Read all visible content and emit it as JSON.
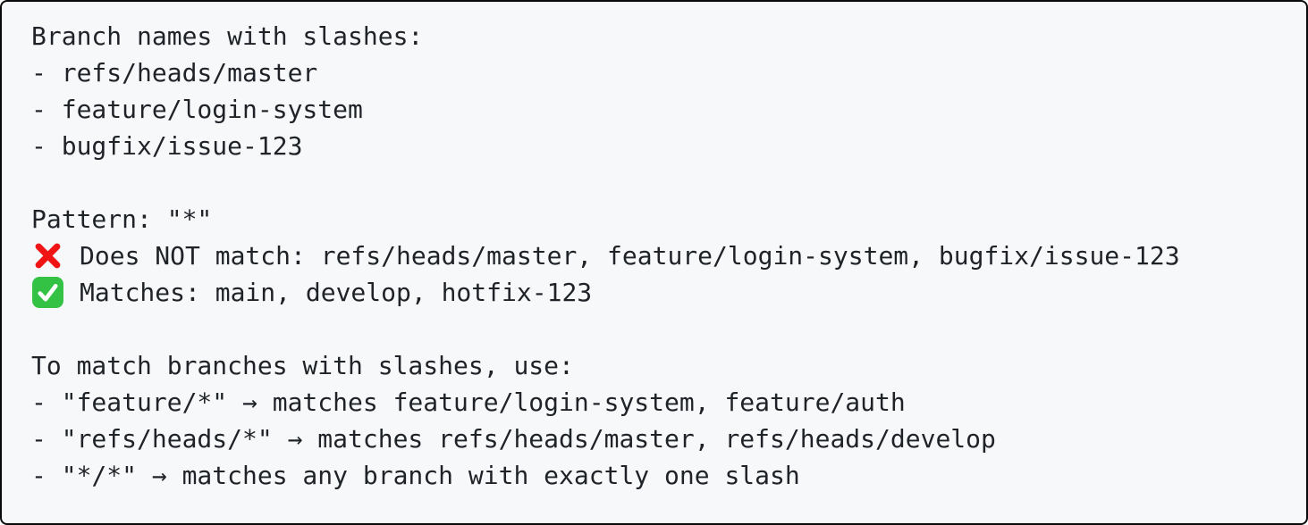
{
  "panel": {
    "colors": {
      "background": "#f6f8fa",
      "border": "#0a0a0a",
      "text": "#1f2328",
      "cross_red": "#f01414",
      "check_green": "#33c244",
      "check_mark_white": "#ffffff"
    },
    "lines": [
      {
        "icon": null,
        "text": "Branch names with slashes:"
      },
      {
        "icon": null,
        "text": "- refs/heads/master"
      },
      {
        "icon": null,
        "text": "- feature/login-system"
      },
      {
        "icon": null,
        "text": "- bugfix/issue-123"
      },
      {
        "icon": null,
        "text": ""
      },
      {
        "icon": null,
        "text": "Pattern: \"*\""
      },
      {
        "icon": "cross-mark",
        "text": "Does NOT match: refs/heads/master, feature/login-system, bugfix/issue-123"
      },
      {
        "icon": "check-mark",
        "text": "Matches: main, develop, hotfix-123"
      },
      {
        "icon": null,
        "text": ""
      },
      {
        "icon": null,
        "text": "To match branches with slashes, use:"
      },
      {
        "icon": null,
        "text": "- \"feature/*\" → matches feature/login-system, feature/auth"
      },
      {
        "icon": null,
        "text": "- \"refs/heads/*\" → matches refs/heads/master, refs/heads/develop"
      },
      {
        "icon": null,
        "text": "- \"*/*\" → matches any branch with exactly one slash"
      }
    ]
  }
}
